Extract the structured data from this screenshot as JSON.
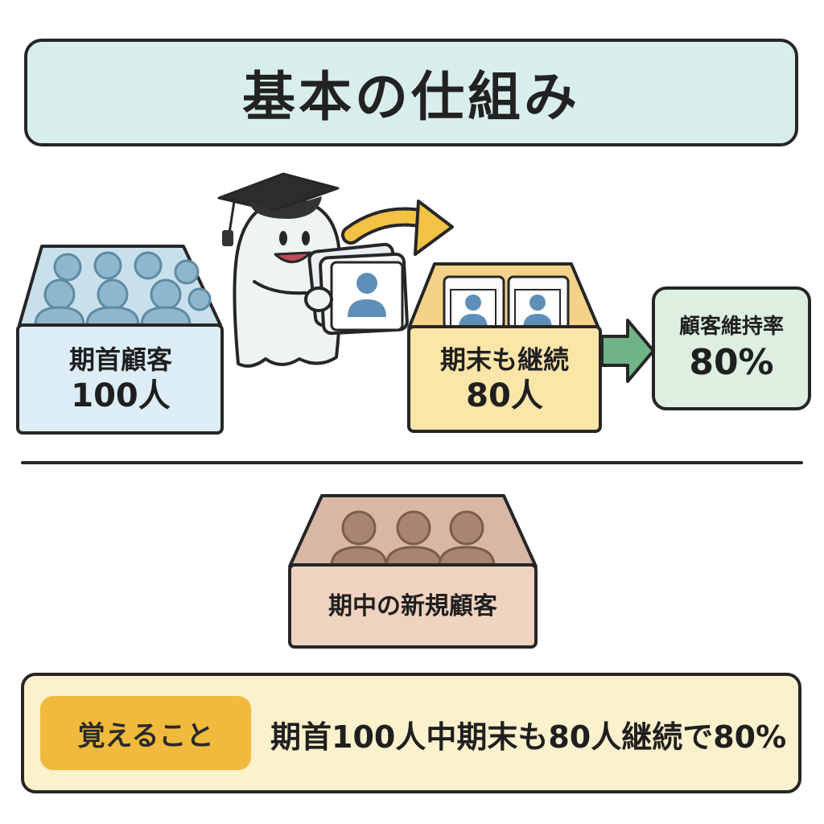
{
  "title": "基本の仕組み",
  "start_box": {
    "line1": "期首顧客",
    "line2": "100人"
  },
  "end_box": {
    "line1": "期末も継続",
    "line2": "80人"
  },
  "result_box": {
    "line1": "顧客維持率",
    "line2": "80%"
  },
  "new_box": {
    "label": "期中の新規顧客"
  },
  "memo": {
    "badge": "覚えること",
    "text": "期首100人中期末も80人継続で80%"
  },
  "colors": {
    "title_bg": "#d8eeec",
    "start_bg": "#dcedf5",
    "end_bg": "#fbe5a8",
    "result_bg": "#dcefe0",
    "new_bg": "#efd3c0",
    "memo_bg": "#fbf1cd",
    "memo_badge": "#f0bb3c",
    "arrow_yellow": "#f2c244",
    "arrow_green": "#6fb487"
  }
}
